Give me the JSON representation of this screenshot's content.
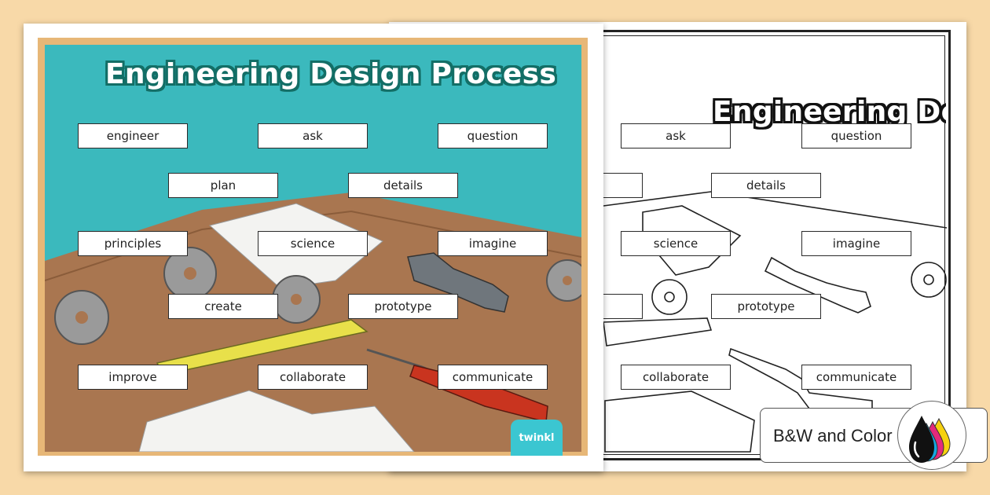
{
  "color_worksheet": {
    "title": "Engineering Design Process",
    "words": [
      "engineer",
      "ask",
      "question",
      "plan",
      "details",
      "principles",
      "science",
      "imagine",
      "create",
      "prototype",
      "improve",
      "collaborate",
      "communicate"
    ],
    "brand": "twinkl",
    "colors": {
      "background": "#3bb9bd",
      "title_outline": "#136e66",
      "table": "#a97650"
    }
  },
  "bw_worksheet": {
    "title": "Engineering Design Process",
    "words": [
      "ask",
      "question",
      "details",
      "science",
      "imagine",
      "prototype",
      "collaborate",
      "communicate"
    ]
  },
  "badge": {
    "label": "B&W and Color",
    "icon": "ink-drops-icon"
  }
}
